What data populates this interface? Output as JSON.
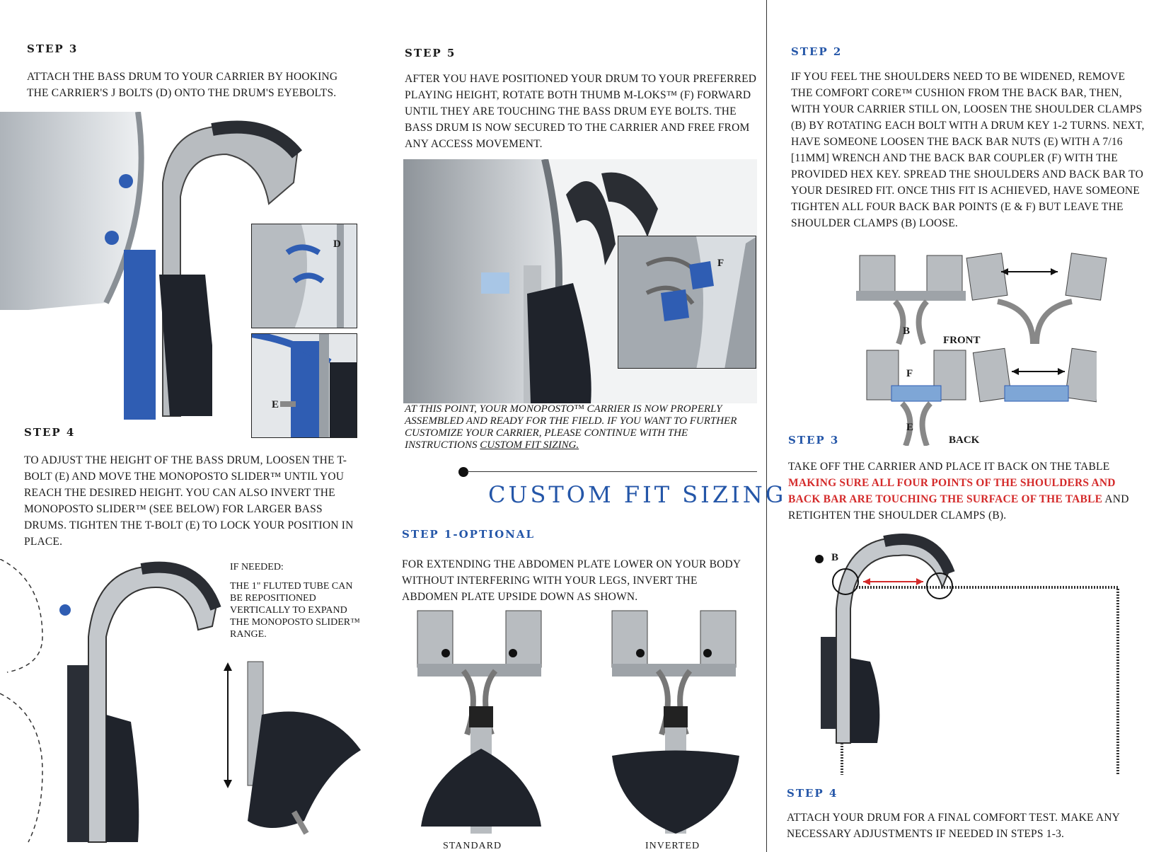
{
  "col1": {
    "step3_title": "STEP 3",
    "step3_text": "ATTACH THE BASS DRUM TO YOUR CARRIER BY HOOKING THE CARRIER'S J BOLTS (D) ONTO THE DRUM'S EYEBOLTS.",
    "label_d": "D",
    "label_e": "E",
    "step4_title": "STEP 4",
    "step4_text": "TO ADJUST THE HEIGHT OF THE BASS DRUM, LOOSEN THE T-BOLT (E) AND MOVE THE MONOPOSTO SLIDER™ UNTIL YOU REACH THE DESIRED HEIGHT. YOU CAN ALSO INVERT THE MONOPOSTO SLIDER™ (SEE BELOW) FOR LARGER BASS DRUMS. TIGHTEN THE T-BOLT (E) TO LOCK YOUR POSITION IN PLACE.",
    "if_needed": "IF NEEDED:",
    "fluted_note": "THE 1\" FLUTED TUBE CAN BE REPOSITIONED VERTICALLY TO EXPAND THE MONOPOSTO SLIDER™ RANGE."
  },
  "col2": {
    "step5_title": "STEP 5",
    "step5_text": "AFTER YOU HAVE POSITIONED YOUR DRUM TO YOUR PREFERRED PLAYING HEIGHT, ROTATE BOTH THUMB M-LOKS™ (F) FORWARD UNTIL THEY ARE TOUCHING THE BASS DRUM EYE BOLTS. THE BASS DRUM IS NOW SECURED TO THE CARRIER AND FREE FROM ANY ACCESS MOVEMENT.",
    "label_f": "F",
    "note": "AT THIS POINT, YOUR MONOPOSTO™ CARRIER IS NOW PROPERLY ASSEMBLED AND READY FOR THE FIELD. IF YOU WANT TO FURTHER CUSTOMIZE YOUR CARRIER, PLEASE CONTINUE WITH THE INSTRUCTIONS",
    "note_link": "CUSTOM FIT SIZING.",
    "custom_heading": "CUSTOM FIT SIZING",
    "step1_title": "STEP 1-OPTIONAL",
    "step1_text": "FOR EXTENDING THE ABDOMEN PLATE LOWER ON YOUR BODY WITHOUT INTERFERING WITH YOUR LEGS, INVERT THE ABDOMEN PLATE UPSIDE DOWN AS SHOWN.",
    "caption_standard": "STANDARD",
    "caption_inverted": "INVERTED"
  },
  "col3": {
    "step2_title": "STEP 2",
    "step2_text": "IF YOU FEEL THE SHOULDERS NEED TO BE WIDENED, REMOVE THE COMFORT CORE™ CUSHION FROM THE BACK BAR, THEN, WITH YOUR CARRIER STILL ON, LOOSEN THE SHOULDER CLAMPS (B) BY ROTATING EACH BOLT WITH A DRUM KEY 1-2 TURNS. NEXT, HAVE SOMEONE LOOSEN THE BACK BAR NUTS (E) WITH A 7/16 [11MM] WRENCH AND THE BACK BAR COUPLER (F) WITH THE PROVIDED HEX KEY. SPREAD THE SHOULDERS AND BACK BAR TO YOUR DESIRED FIT. ONCE THIS FIT IS ACHIEVED, HAVE SOMEONE TIGHTEN ALL FOUR BACK BAR POINTS (E & F) BUT LEAVE THE SHOULDER CLAMPS (B) LOOSE.",
    "label_b": "B",
    "label_front": "FRONT",
    "label_f": "F",
    "label_e": "E",
    "label_back": "BACK",
    "step3_title": "STEP 3",
    "step3_text_pre": "TAKE OFF THE CARRIER AND PLACE IT BACK ON THE TABLE",
    "step3_text_red": "MAKING SURE ALL FOUR POINTS OF THE SHOULDERS AND BACK BAR ARE TOUCHING THE SURFACE OF THE TABLE",
    "step3_text_post": "AND RETIGHTEN THE SHOULDER CLAMPS (B).",
    "label_b2": "B",
    "step4_title": "STEP 4",
    "step4_text": "ATTACH YOUR DRUM FOR A FINAL COMFORT TEST. MAKE ANY NECESSARY ADJUSTMENTS IF NEEDED IN STEPS 1-3."
  },
  "colors": {
    "accent_blue": "#2456a8",
    "warning_red": "#d42a2a",
    "hardware_blue": "#2f5db3"
  }
}
